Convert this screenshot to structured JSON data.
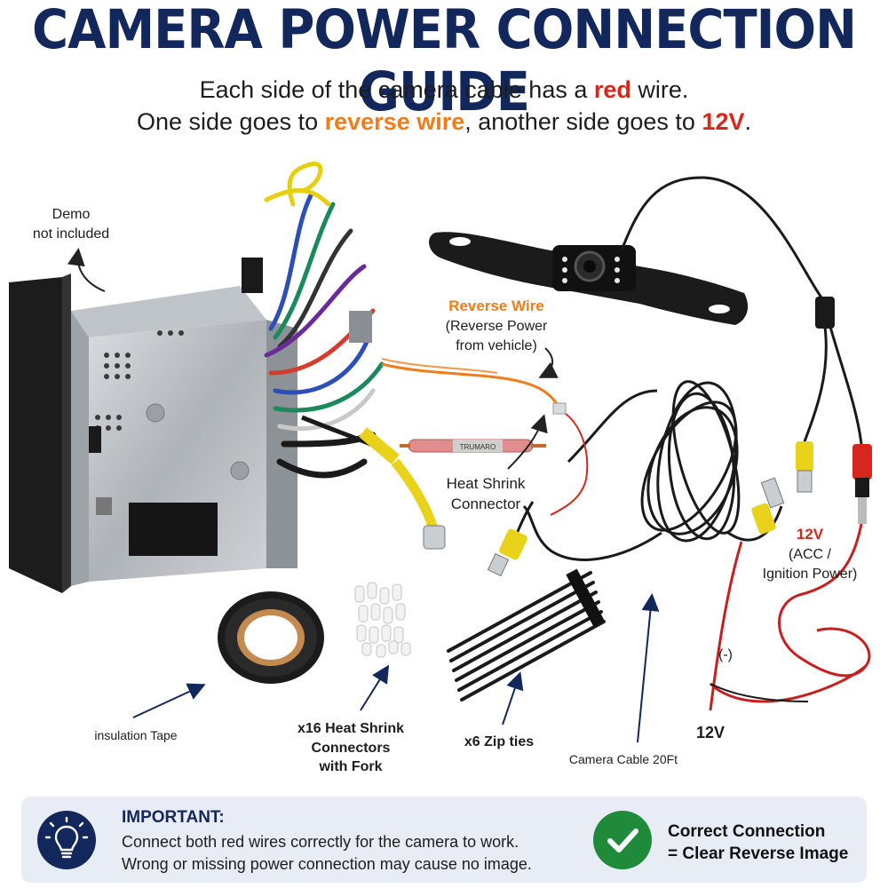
{
  "header": {
    "title": "CAMERA POWER CONNECTION GUIDE",
    "line1_a": "Each side of the camera cable has a ",
    "line1_red": "red",
    "line1_b": " wire.",
    "line2_a": "One side goes to ",
    "line2_orange": "reverse wire",
    "line2_b": ", another side goes to ",
    "line2_red": "12V",
    "line2_c": "."
  },
  "labels": {
    "demo_l1": "Demo",
    "demo_l2": "not included",
    "reverse_title": "Reverse Wire",
    "reverse_sub1": "(Reverse Power",
    "reverse_sub2": "from vehicle)",
    "heat_l1": "Heat Shrink",
    "heat_l2": "Connector",
    "heat_brand": "TRUMARO",
    "v12_top": "12V",
    "v12_sub1": "(ACC /",
    "v12_sub2": "Ignition Power)",
    "neg": "(-)",
    "v12_bottom": "12V",
    "tape": "insulation Tape",
    "heat16_l1": "x16 Heat Shrink",
    "heat16_l2": "Connectors",
    "heat16_l3": "with Fork",
    "zip": "x6 Zip ties",
    "cable": "Camera Cable 20Ft"
  },
  "important": {
    "title": "IMPORTANT:",
    "line1": "Connect both red wires correctly for the camera to work.",
    "line2": "Wrong or missing power connection may cause no image.",
    "bulb_icon": "lightbulb-icon"
  },
  "correct": {
    "line1": "Correct Connection",
    "line2": "= Clear Reverse Image",
    "check_icon": "checkmark-icon"
  },
  "colors": {
    "navy": "#12285c",
    "red": "#d7261b",
    "orange": "#ee7d1c",
    "green": "#1f8a39",
    "panel": "#e8edf5"
  }
}
